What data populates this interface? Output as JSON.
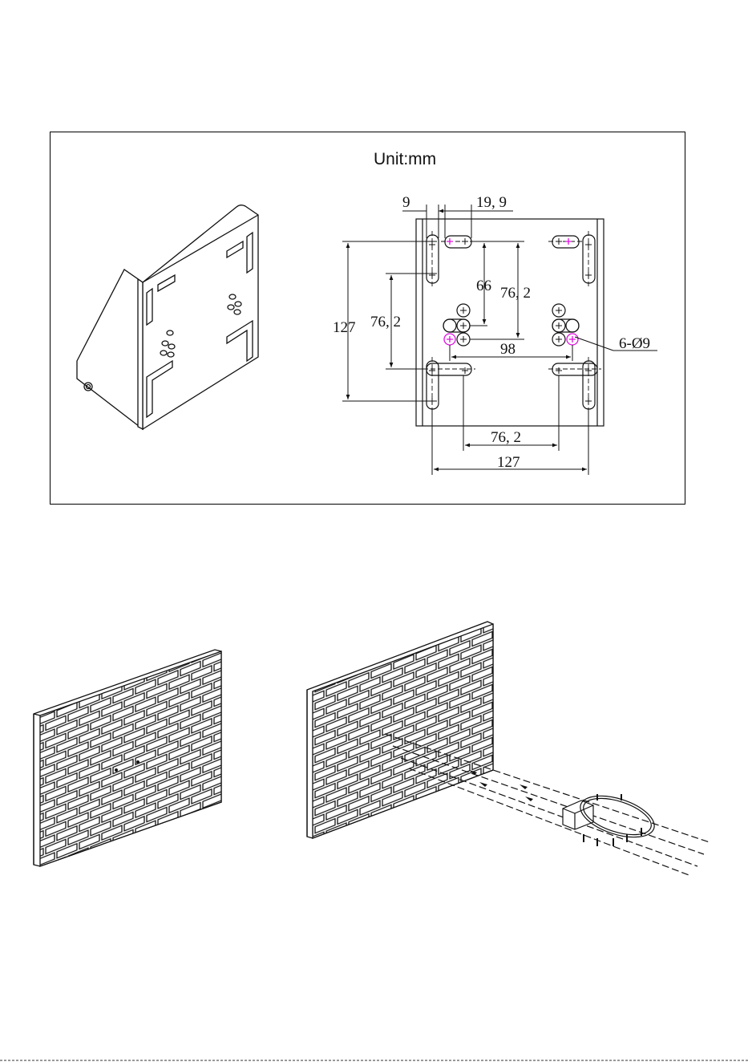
{
  "drawing": {
    "unit_label": "Unit:mm",
    "dimensions": {
      "top_left_small": "9",
      "top_slot": "19, 9",
      "inner_vertical": "66",
      "inner_vertical_2": "76, 2",
      "left_vertical_inner": "76, 2",
      "left_vertical_outer": "127",
      "hole_spacing": "98",
      "hole_callout": "6-Ø9",
      "bottom_inner": "76, 2",
      "bottom_outer": "127"
    }
  },
  "colors": {
    "line": "#111111",
    "hole_highlight": "#e010e0"
  }
}
